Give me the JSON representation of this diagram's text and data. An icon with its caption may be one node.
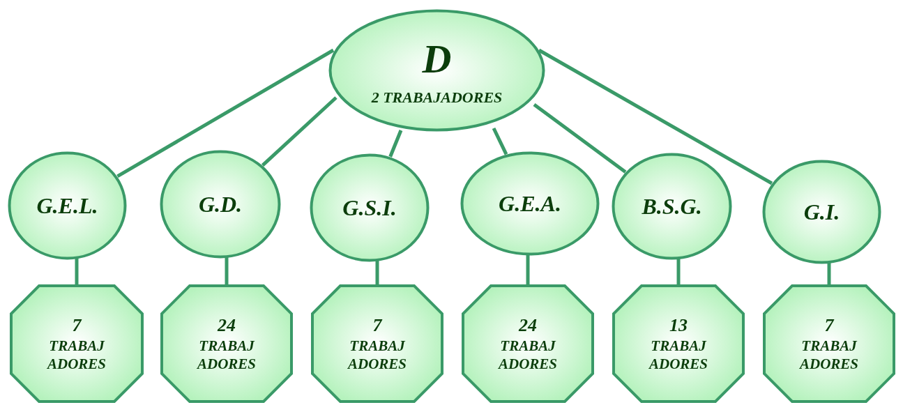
{
  "diagram": {
    "nodes": [
      {
        "text": [
          "D",
          "2 TRABAJADORES"
        ]
      },
      {
        "text": [
          "G.E.L."
        ]
      },
      {
        "text": [
          "G.D."
        ]
      },
      {
        "text": [
          "G.S.I."
        ]
      },
      {
        "text": [
          "G.E.A."
        ]
      },
      {
        "text": [
          "B.S.G."
        ]
      },
      {
        "text": [
          "G.I."
        ]
      },
      {
        "text": [
          "7",
          "TRABAJ ADORES"
        ]
      },
      {
        "text": [
          "24",
          "TRABAJ ADORES"
        ]
      },
      {
        "text": [
          "7",
          "TRABAJ ADORES"
        ]
      },
      {
        "text": [
          "24",
          "TRABAJ ADORES"
        ]
      },
      {
        "text": [
          "13",
          "TRABAJ ADORES"
        ]
      },
      {
        "text": [
          "7",
          "TRABAJ ADORES"
        ]
      }
    ],
    "edges": [
      {
        "from": 0,
        "to": 1,
        "arrow": "none"
      },
      {
        "from": 0,
        "to": 2,
        "arrow": "none"
      },
      {
        "from": 0,
        "to": 3,
        "arrow": "none"
      },
      {
        "from": 0,
        "to": 4,
        "arrow": "none"
      },
      {
        "from": 0,
        "to": 5,
        "arrow": "none"
      },
      {
        "from": 0,
        "to": 6,
        "arrow": "none"
      },
      {
        "from": 1,
        "to": 7,
        "arrow": "none"
      },
      {
        "from": 2,
        "to": 8,
        "arrow": "none"
      },
      {
        "from": 3,
        "to": 9,
        "arrow": "none"
      },
      {
        "from": 4,
        "to": 10,
        "arrow": "none"
      },
      {
        "from": 5,
        "to": 11,
        "arrow": "none"
      },
      {
        "from": 6,
        "to": 12,
        "arrow": "none"
      }
    ]
  }
}
